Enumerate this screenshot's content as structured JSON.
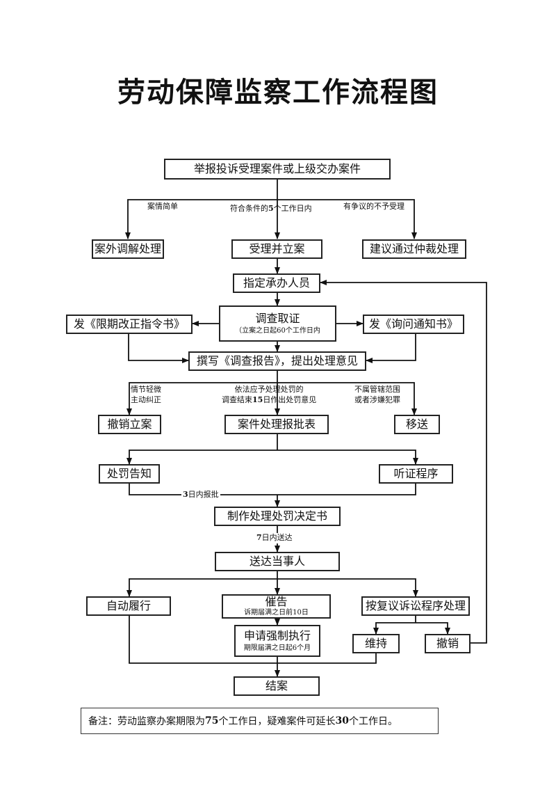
{
  "title": "劳动保障监察工作流程图",
  "nodes": {
    "report": "举报投诉受理案件或上级交办案件",
    "mediation": "案外调解处理",
    "accept": "受理并立案",
    "arbitration": "建议通过仲裁处理",
    "assign": "指定承办人员",
    "investigate": "调查取证",
    "investigate_sub": "（立案之日起60个工作日内",
    "rectify": "发《限期改正指令书》",
    "inquiry": "发《询问通知书》",
    "report_write": "撰写《调查报告》，提出处理意见",
    "revoke_case": "撤销立案",
    "approval": "案件处理报批表",
    "transfer": "移送",
    "penalty_notice": "处罚告知",
    "hearing": "听证程序",
    "decision": "制作处理处罚决定书",
    "deliver": "送达当事人",
    "auto_perform": "自动履行",
    "urge": "催告",
    "urge_sub": "诉期届满之日前10日",
    "review": "按复议诉讼程序处理",
    "enforce": "申请强制执行",
    "enforce_sub": "期限届满之日起6个月",
    "maintain": "维持",
    "revoke": "撤销",
    "close": "结案"
  },
  "labels": {
    "simple_case": "案情简单",
    "eligible_prefix": "符合条件的",
    "eligible_num": "5",
    "eligible_suffix": "个工作日内",
    "disputed": "有争议的不予受理",
    "minor_1": "情节轻微",
    "minor_2": "主动纠正",
    "penalty_1": "依法应予处理处罚的",
    "penalty_2_prefix": "调查结束",
    "penalty_2_num": "15",
    "penalty_2_suffix": "日作出处罚意见",
    "outside_1": "不属管辖范围",
    "outside_2": "或者涉嫌犯罪",
    "three_days_num": "3",
    "three_days_suffix": "日内报批",
    "seven_days_num": "7",
    "seven_days_suffix": "日内送达"
  },
  "note": {
    "prefix": "备注：劳动监察办案期限为",
    "days1": "75",
    "middle": "个工作日，疑难案件可延长",
    "days2": "30",
    "suffix": "个工作日。"
  }
}
